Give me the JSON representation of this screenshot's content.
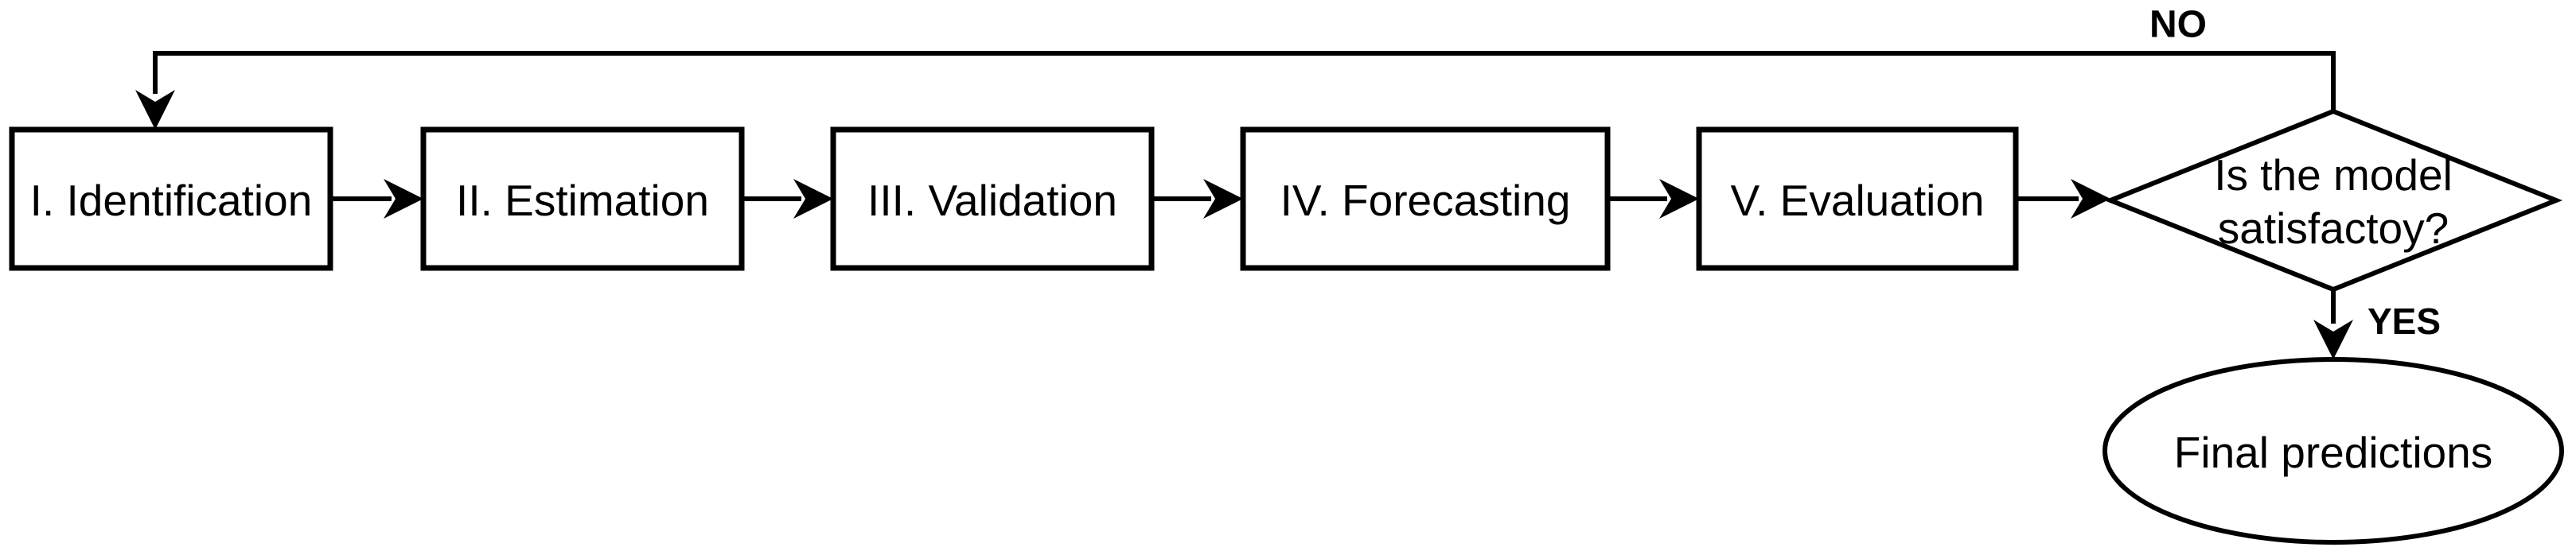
{
  "diagram": {
    "title_semantic": "Iterative model building flowchart",
    "colors": {
      "background": "#ffffff",
      "stroke": "#000000",
      "text": "#000000"
    },
    "steps": [
      {
        "id": "identification",
        "label": "I. Identification"
      },
      {
        "id": "estimation",
        "label": "II. Estimation"
      },
      {
        "id": "validation",
        "label": "III. Validation"
      },
      {
        "id": "forecasting",
        "label": "IV. Forecasting"
      },
      {
        "id": "evaluation",
        "label": "V. Evaluation"
      }
    ],
    "decision": {
      "id": "model-satisfactory",
      "label_line1": "Is the model",
      "label_line2": "satisfactoy?"
    },
    "edges": {
      "no_label": "NO",
      "yes_label": "YES"
    },
    "terminal": {
      "id": "final-predictions",
      "label": "Final predictions"
    }
  }
}
